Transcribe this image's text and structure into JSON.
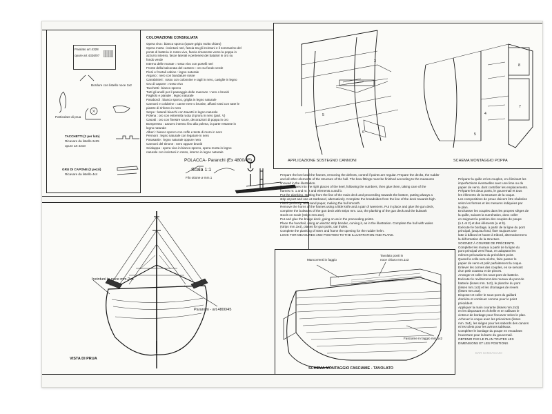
{
  "top_strip": "",
  "legend": {
    "title": "COLORAZIONE CONSIGLIATA",
    "lines": [
      "Opera viva : bianco sporco (opure grigio molto chiaro)",
      "Opera morta : incintuni neri, fascia tra gli incintuni e il sommarino del",
      "  ponte di batteria in rosso vivo, fascia rimanente verso la poppa in",
      "  azzurro intenso, fasce laterali e pertenesi dei batalori in oro su",
      "  fondo verde",
      "Interno delle murate : rosso vivo con portelli neri",
      "Fronte della balconata del cassero : oro su fondo verde",
      "Piorii e frontali cabine : legno naturale",
      "Argano : nero con bandature rosse",
      "Carrabinieri : rosso con colonnine e ragli in nero, caviglie in legno",
      "Gru di capone : rosso vivo",
      "Tacchetti : bianco sporco",
      "Tutti gli anelli per il passaggio delle manovre : nero o bruniti",
      "Pagliolo e pianale : legno naturale",
      "Parabordi : bianco sporco, griglia in legno naturale",
      "Cannoni e colubrine : canne nere o brunite, affusti rossi con tutte le",
      "  piastre di rinforzo in nero",
      "Serpe : laterali bianchi con travetti in legno naturale",
      "Polena : oro con estremità ruota di prora in nero (part. V)",
      "Casotti : oro con finestre scure, decorazioni di poppa in oro",
      "Bompresso : azzurro intenso fino alla polena, la parte restante in",
      "  legno naturale",
      "Alberi : bianco sporco con coffe e teste di moro in nero",
      "Pennoni : legno naturale con legature in nero",
      "Parasartie : legno naturale oppure nero",
      "Cannoni del timone : nero oppure bruniti",
      "Scialuppa : opera viva in bianco sporco, opera morta in legno",
      "  naturale con incintuni in rosso, interno in legno naturale"
    ]
  },
  "panel_top_left": {
    "box_label_1": "Paiolato art 4328",
    "box_label_2": "opure art 4326/07",
    "bordo_label": "Bordure con listello noce 1x2",
    "polena_label": "Particolare di prua",
    "tacchetti_label": "TACCHETTI (2 per lato)",
    "tacchetti_sub": "Ricavare da listello 2x25",
    "tacchetti_art": "opure art   4210",
    "gru_label": "GRU DI CAPONE (2 pezzi)",
    "gru_sub": "Ricavare da listello 4x4",
    "polacca_title": "POLACCA- Paranchi (Ex 4800/45)",
    "scala": "Scala 1:1",
    "filo": "Filo ottone ø mm.1"
  },
  "panel_bottom_left": {
    "incintuni": "Incintuni in noce mm.2x4",
    "paranchi": "Paranchi - art.4800/45",
    "vista": "VISTA DI PRUA"
  },
  "panel_top_right": {
    "left_caption": "APPLICAZIONE SOSTEGNO CANNONI",
    "right_caption": "SCHEMA MONTAGGIO POPPA",
    "nums": [
      "3",
      "4",
      "5",
      "5",
      "6",
      "7",
      "8"
    ]
  },
  "english_text": [
    "Prepare the keel and the frames, removing the defects, control if points are regular. Prepare the decks, the rudder",
    "and all other elements of the structure of the hull. The bow fittings must be finished according to the measures",
    "showed in the illustration.",
    "Put the frames into the right places of the keel, following the numbers, then glue them, taking care of the",
    "frames nr. 1 and nr. 2 and elements a and b.",
    "Put the planking, starting from the line of the main deck and proceeding towards the bottom, putting always a",
    "strip at port and one at starboard, alternatively. Complete the broadsides from the line of the deck towards high.",
    "Finish perfectly, with sand paper, making the hull smooth.",
    "Remove the horns of the frames using a little knife and a pair of tweezers. Put in place and glue the gun deck,",
    "complete the bulwarks of the gun deck with strips mm. 1x3, the planking of the gun deck and the bulwark",
    "stools on scale (strips mm.2x2).",
    "Put and glue the bridge deck, going on as in the proceeding points.",
    "Place the handrail, using an electric strip bender, curving it, as in the illustration. Complete the hull with wales",
    "(strips mm.3x4), places for gun ports, oar tholes.",
    "Complete the planking of stern and frame the opening for the rudder helm.",
    "LOOK FOR MEASURES AND POSITION TO THE ILLUSTRATION AND PLANS."
  ],
  "panel_bottom_right": {
    "mancorrenti": "Mancorrenti in faggio",
    "tavolato": "Tavolato ponti in",
    "tavolato2": "noce chiaro mm.1x3",
    "fasciame": "Fasciame in faggio mm.1x2",
    "caption": "SCHEMA MONTAGGIO FASCIAME - TAVOLATO"
  },
  "french_text": [
    "Préparer la quille et les couples, en éliminant les",
    "imperfections éventuelles avec une lime ou du",
    "papier de verre, dont contrôler les emplacements.",
    "Préparer les deux ponts, le gouvernail et tous",
    "les éléments de la structure de la coque.",
    "Les compositions de proue doivent être réalisées",
    "selon les formes et les mesures indiquées par",
    "le plan.",
    "Enchasser les couples dans les propres sièges de",
    "la quille, suivant la numération, donc coller",
    "en soignant la position des couples de poupe",
    "(n.1 et 2) et des éléments (a et b).",
    "Exécuter le bordage, à partir de la ligne du pont",
    "principal, jusqu'au fond, fixer toujours une",
    "latte à bâbord et l'autre à tribord, alternativement.",
    "la déformation de la structure.",
    "SOIGNEZ À COURBE DE PRÉCEINTE.",
    "Compléter les muraux à partir de la ligne du",
    "pont principal vers l'haut, en adoptant les",
    "mêmes précautions du précédent point.",
    "Quand la colle sera sèche, faire passer le",
    "papier de verre et polir parfaitement la coque.",
    "Enlever les cornes des couples, en se servant",
    "d'un petit couteau et de pinces.",
    "Arranger et coller les sous-pont de batterie.",
    "Exécuter le revêtement des muraux du pont de",
    "batterie (lisses mm. 1x3), le planche du pont",
    "(lisses mm.1x3) et les chomages de revers",
    "(lisses mm.2x2).",
    "Disposer et coller le sous-pont du gaillard",
    "d'arrière et continuer comme pour le point",
    "précédent.",
    "Appliquer la main courante (lisses mm.2x3)",
    "en les disposant en échelle et en utilisant le",
    "cintreur de bordage pour l'incurver selon le plan.",
    "Achever la coque avec les préceintes (lisses",
    "mm. 3x4), les sièges pour les sabords des canons",
    "et les tolets pour les avirons tableaux.",
    "Compléter le bordage du poupe en encadrant",
    "l'ouverture pour la barre du gouvernail.",
    "OBTENIR PAR LE PLAN TOUTES LES",
    "DIMENSIONS ET LES POSITIONS"
  ],
  "bottom_right_faint": "BAR SANSAGAJO"
}
